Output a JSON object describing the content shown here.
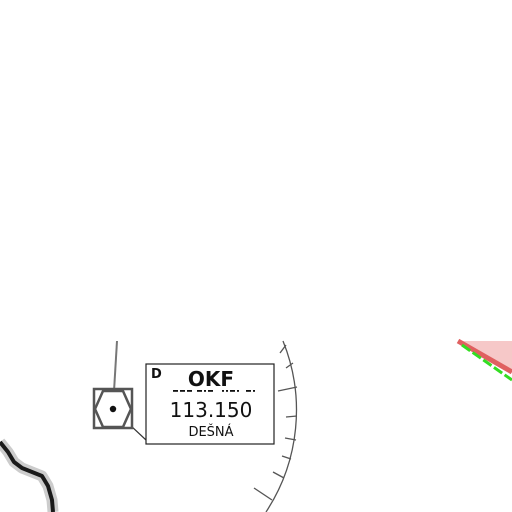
{
  "map": {
    "navaid": {
      "class_letter": "D",
      "ident": "OKF",
      "frequency": "113.150",
      "name": "DEŠNÁ",
      "icon": "vor-dme-icon"
    },
    "colors": {
      "background": "#ffffff",
      "line": "#555555",
      "airspace_red": "#e06060",
      "airspace_red_fill": "#f6c8c8",
      "airspace_green": "#33dd22",
      "boundary_dark": "#1a1a1a",
      "boundary_halo": "#cccccc"
    }
  }
}
